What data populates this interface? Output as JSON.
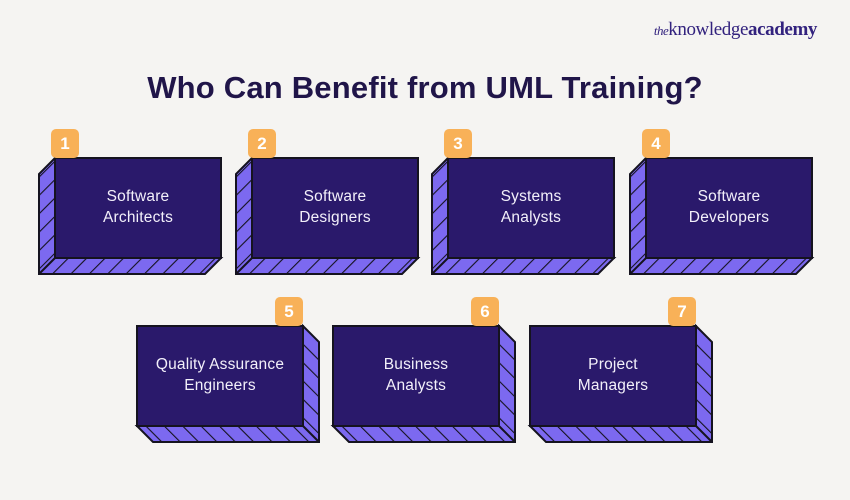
{
  "brand": {
    "the": "the",
    "knowledge": "knowledge",
    "academy": "academy"
  },
  "title": "Who Can Benefit from UML Training?",
  "colors": {
    "background": "#f5f4f2",
    "title_text": "#201549",
    "logo_text": "#32227e",
    "box_face": "#2a196b",
    "box_extrusion": "#7c69f0",
    "hatch_line": "#15131f",
    "outline": "#15131f",
    "badge_fill": "#f8b158",
    "badge_text": "#ffffff",
    "label_text": "#f3f0fa"
  },
  "boxes": [
    {
      "number": "1",
      "label": "Software Architects",
      "lines": "Software\nArchitects",
      "row": "top"
    },
    {
      "number": "2",
      "label": "Software Designers",
      "lines": "Software\nDesigners",
      "row": "top"
    },
    {
      "number": "3",
      "label": "Systems Analysts",
      "lines": "Systems\nAnalysts",
      "row": "top"
    },
    {
      "number": "4",
      "label": "Software Developers",
      "lines": "Software\nDevelopers",
      "row": "top"
    },
    {
      "number": "5",
      "label": "Quality Assurance Engineers",
      "lines": "Quality Assurance\nEngineers",
      "row": "bottom"
    },
    {
      "number": "6",
      "label": "Business Analysts",
      "lines": "Business\nAnalysts",
      "row": "bottom"
    },
    {
      "number": "7",
      "label": "Project Managers",
      "lines": "Project\nManagers",
      "row": "bottom"
    }
  ]
}
